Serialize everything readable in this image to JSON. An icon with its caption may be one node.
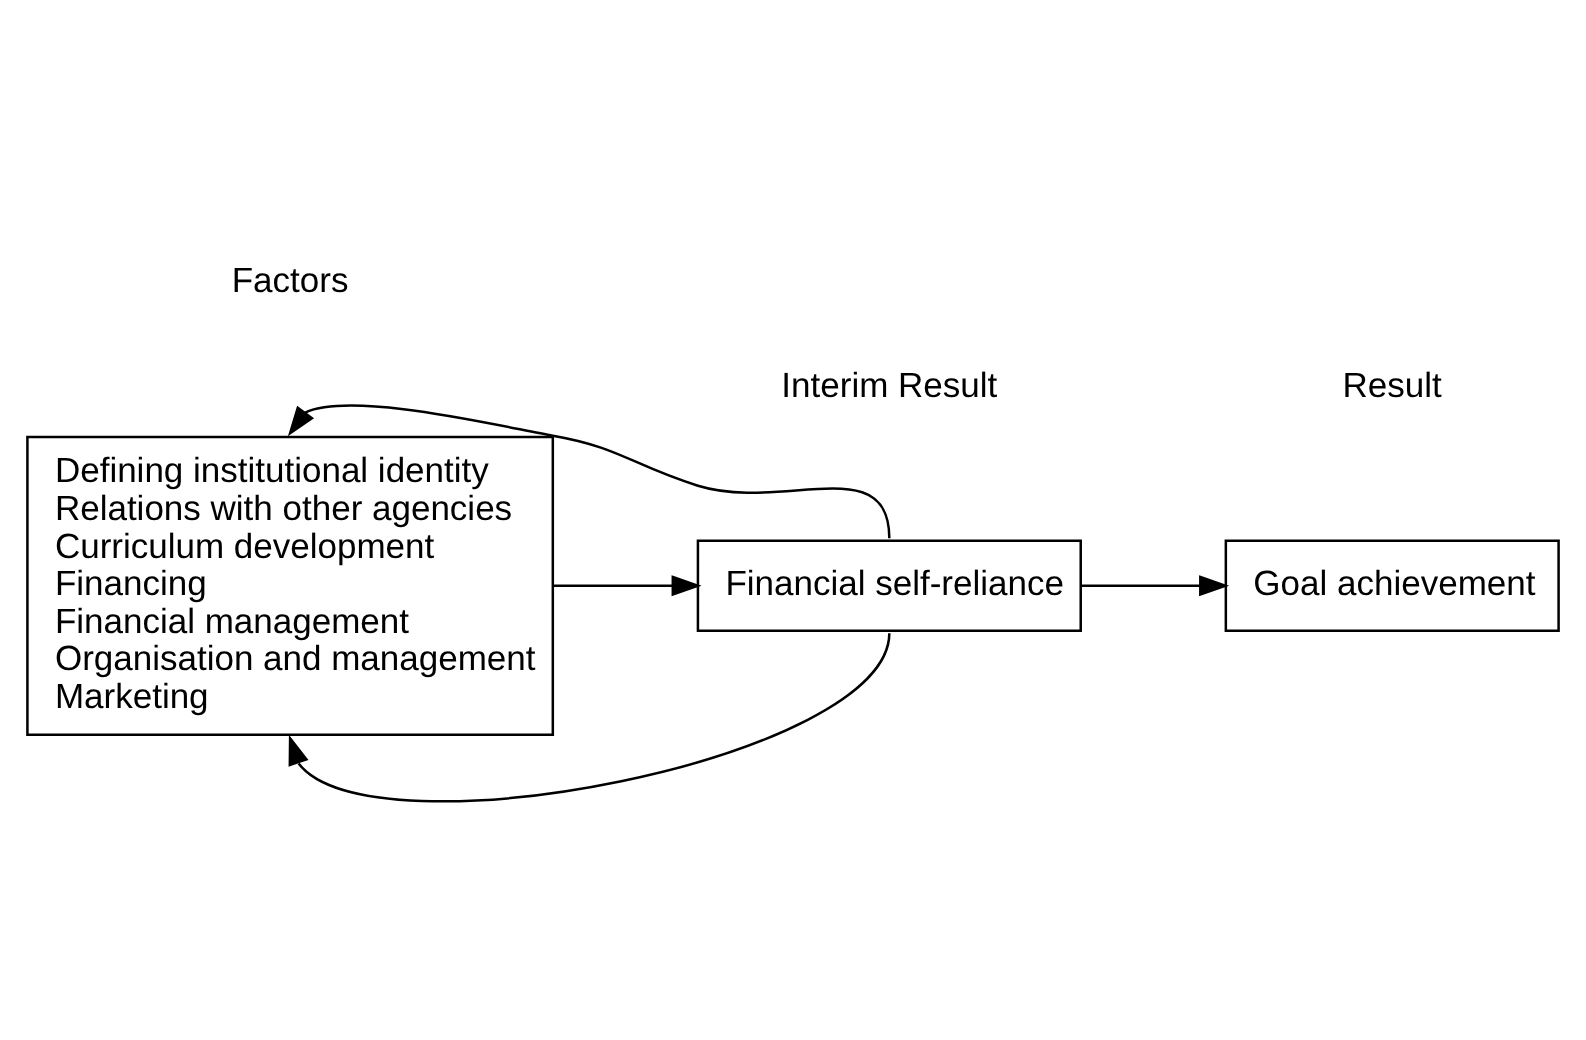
{
  "diagram": {
    "nodes": [
      {
        "text": [
          "Defining institutional identity",
          "Relations with other agencies",
          "Curriculum development",
          "Financing",
          "Financial management",
          "Organisation and management",
          "Marketing"
        ]
      },
      {
        "text": [
          "Financial self-reliance"
        ]
      },
      {
        "text": [
          "Goal achievement"
        ]
      }
    ],
    "edges": [
      {
        "from": 0,
        "to": 1,
        "arrow": "to"
      },
      {
        "from": 1,
        "to": 2,
        "arrow": "to"
      },
      {
        "from": 1,
        "to": 0,
        "arrow": "to"
      },
      {
        "from": 1,
        "to": 0,
        "arrow": "to"
      }
    ],
    "labels": [
      "Factors",
      "Interim Result",
      "Result"
    ]
  }
}
